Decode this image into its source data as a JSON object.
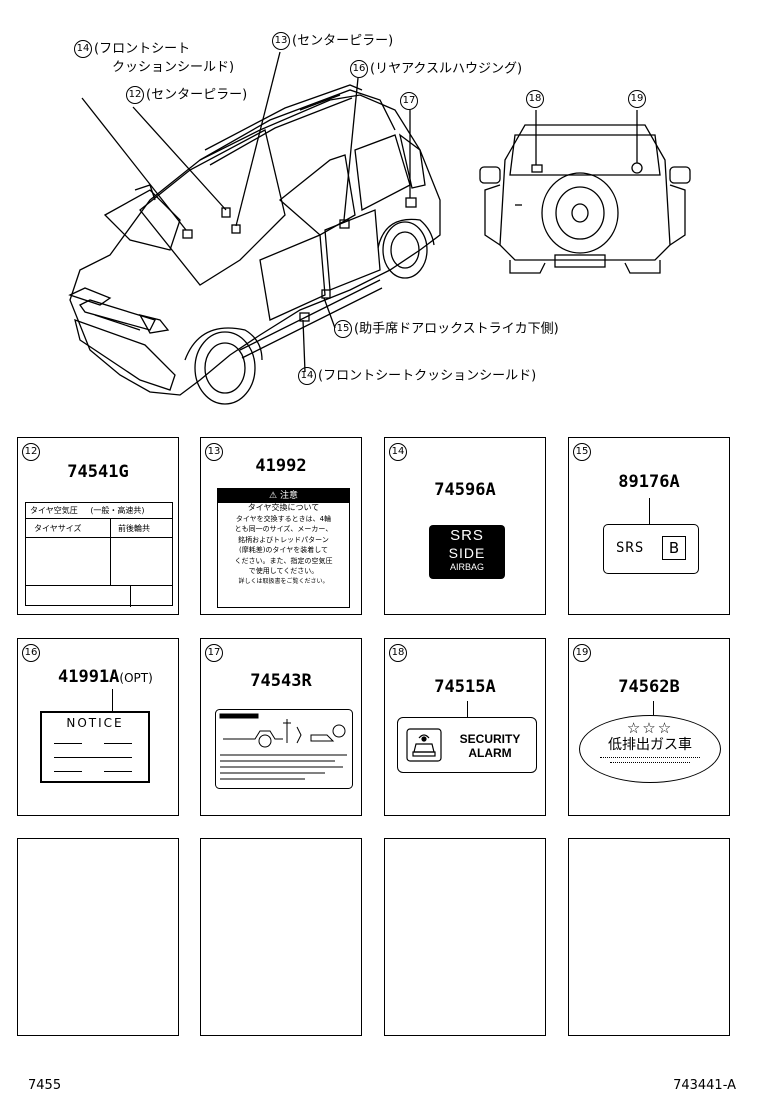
{
  "callouts": {
    "c14_top_num": "14",
    "c14_top_line1": "(フロントシート",
    "c14_top_line2": "クッションシールド)",
    "c13_num": "13",
    "c13_text": "(センターピラー)",
    "c12_num": "12",
    "c12_text": "(センターピラー)",
    "c16_num": "16",
    "c16_text": "(リヤアクスルハウジング)",
    "c17_num": "17",
    "c18_num": "18",
    "c19_num": "19",
    "c15_num": "15",
    "c15_text": "(助手席ドアロックストライカ下側)",
    "c14_bot_num": "14",
    "c14_bot_text": "(フロントシートクッションシールド)"
  },
  "panels": [
    {
      "num": "12",
      "code": "74541G",
      "lines": [
        "タイヤ空気圧",
        "(一般・高速共)",
        "タイヤサイズ",
        "前後輪共"
      ]
    },
    {
      "num": "13",
      "code": "41992",
      "lines": [
        "注意",
        "タイヤ交換について",
        "タイヤを交換するときは、4輪",
        "とも同一のサイズ、メーカー、",
        "銘柄およびトレッドパターン",
        "(摩耗差)のタイヤを装着して",
        "ください。また、指定の空気圧",
        "で使用してください。",
        "詳しくは取扱書をご覧ください。"
      ]
    },
    {
      "num": "14",
      "code": "74596A",
      "lines": [
        "SRS",
        "SIDE",
        "AIRBAG"
      ]
    },
    {
      "num": "15",
      "code": "89176A",
      "lines": [
        "SRS",
        "B"
      ]
    },
    {
      "num": "16",
      "code": "41991A",
      "suffix": "(OPT)",
      "lines": [
        "NOTICE"
      ]
    },
    {
      "num": "17",
      "code": "74543R",
      "lines": []
    },
    {
      "num": "18",
      "code": "74515A",
      "lines": [
        "SECURITY",
        "ALARM"
      ]
    },
    {
      "num": "19",
      "code": "74562B",
      "lines": [
        "☆☆☆",
        "低排出ガス車"
      ]
    }
  ],
  "footer": {
    "left": "7455",
    "right": "743441-A"
  }
}
